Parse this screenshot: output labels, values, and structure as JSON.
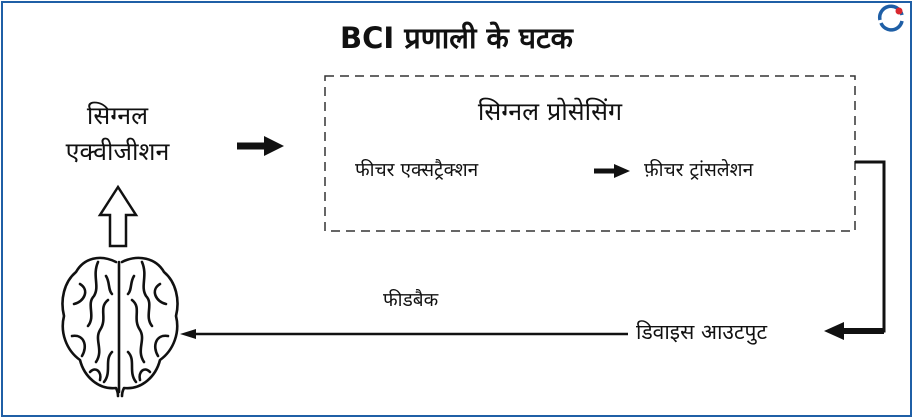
{
  "title": "BCI प्रणाली के घटक",
  "nodes": {
    "signal_acquisition": [
      "सिग्नल",
      "एक्वीजीशन"
    ],
    "signal_processing": "सिग्नल प्रोसेसिंग",
    "feature_extraction": "फीचर एक्सट्रैक्शन",
    "feature_translation": "फ़ीचर ट्रांसलेशन",
    "feedback": "फीडबैक",
    "device_output": "डिवाइस आउटपुट"
  },
  "icons": {
    "brain": "brain-icon",
    "logo": "logo-icon"
  },
  "colors": {
    "border": "#1f5fa6",
    "logo_red": "#d9282f",
    "logo_blue": "#1f5fa6"
  }
}
